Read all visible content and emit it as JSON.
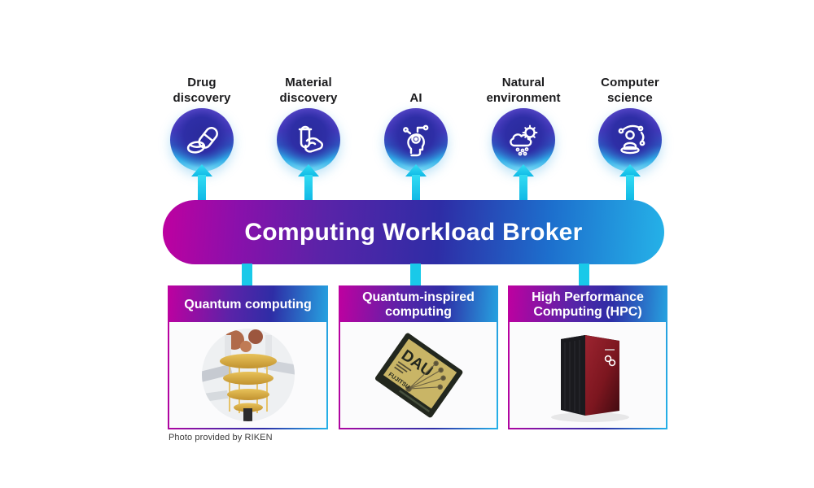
{
  "diagram": {
    "broker": {
      "title": "Computing Workload Broker"
    },
    "applications": [
      {
        "label": "Drug\ndiscovery",
        "icon": "pills-icon"
      },
      {
        "label": "Material\ndiscovery",
        "icon": "test-tube-hand-icon"
      },
      {
        "label": "AI",
        "icon": "ai-head-icon"
      },
      {
        "label": "Natural\nenvironment",
        "icon": "cloud-weather-icon"
      },
      {
        "label": "Computer\nscience",
        "icon": "person-network-icon"
      }
    ],
    "resources": [
      {
        "title": "Quantum computing",
        "image": "quantum-computer-photo",
        "caption": "Photo provided by RIKEN"
      },
      {
        "title": "Quantum-inspired\ncomputing",
        "image": "dau-chip-photo",
        "chip": {
          "name": "DAU",
          "brand": "FUJITSU"
        }
      },
      {
        "title": "High Performance\nComputing (HPC)",
        "image": "supercomputer-photo"
      }
    ],
    "colors": {
      "gradient_stops": [
        "#bf00a0",
        "#5a23a8",
        "#2e2da6",
        "#25b2e8"
      ],
      "connector_cyan": "#19c9e9",
      "circle_top_purple": "#6b53d9",
      "circle_bottom_cyan": "#79d9f5",
      "text_dark": "#1b1b1d",
      "text_white": "#ffffff"
    }
  }
}
